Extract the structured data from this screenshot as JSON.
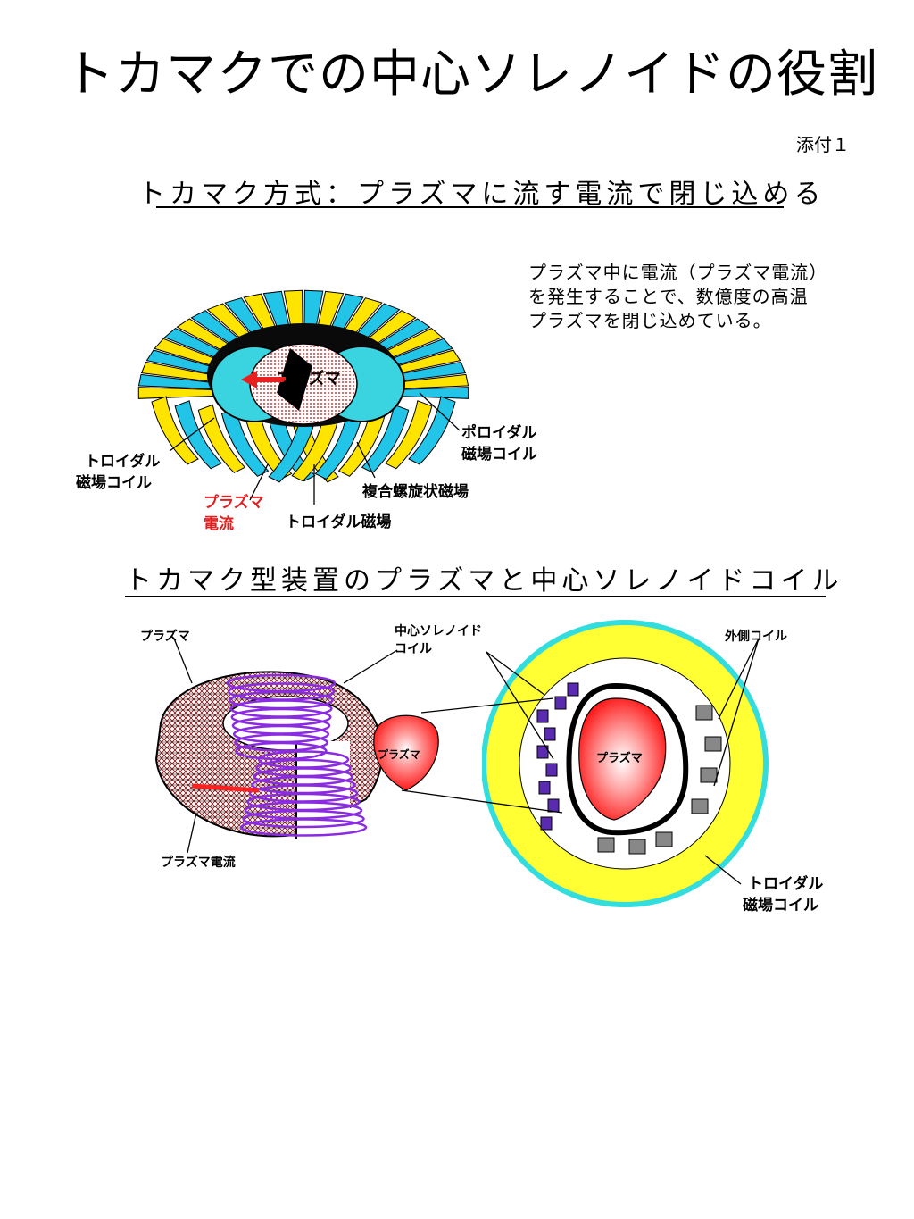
{
  "slide": {
    "title": "トカマクでの中心ソレノイドの役割",
    "attachment": "添付１"
  },
  "section1": {
    "heading": "トカマク方式：プラズマに流す電流で閉じ込める",
    "description": [
      "プラズマ中に電流（プラズマ電流）",
      "を発生することで、数億度の高温",
      "プラズマを閉じ込めている。"
    ],
    "labels": {
      "plasma": "プラズマ",
      "toroidal_coil": [
        "トロイダル",
        "磁場コイル"
      ],
      "poloidal_coil": [
        "ポロイダル",
        "磁場コイル"
      ],
      "helical_field": "複合螺旋状磁場",
      "toroidal_field": "トロイダル磁場",
      "plasma_current": [
        "プラズマ",
        "電流"
      ]
    }
  },
  "section2": {
    "heading": "トカマク型装置のプラズマと中心ソレノイドコイル",
    "labels": {
      "plasma": "プラズマ",
      "central_solenoid": [
        "中心ソレノイド",
        "コイル"
      ],
      "outer_coil": "外側コイル",
      "plasma_blob": "プラズマ",
      "plasma_cross_section": "プラズマ",
      "plasma_current": "プラズマ電流",
      "toroidal_coil": [
        "トロイダル",
        "磁場コイル"
      ]
    }
  },
  "colors": {
    "coil_yellow": "#ffe400",
    "coil_cyan": "#22c4e8",
    "plasma_red": "#ff2020",
    "solenoid_purple": "#8a2be2",
    "label_red": "#e02020",
    "ring_yellow": "#ffff33",
    "ring_cyan": "#33dddd"
  }
}
